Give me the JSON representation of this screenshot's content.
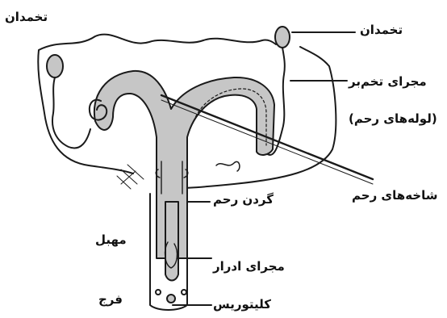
{
  "labels": {
    "ovary_left": "تخمدان",
    "ovary_right": "تخمدان",
    "fallopian_tube_line1": "مجرای تخم‌بر",
    "fallopian_tube_line2": "(لوله‌های رحم)",
    "uterine_horns": "شاخه‌های رحم",
    "cervix": "گردن رحم",
    "vagina": "مهبل",
    "urethra": "مجرای ادرار",
    "vulva": "فرج",
    "clitoris": "کلیتوریس"
  },
  "colors": {
    "organ_fill": "#c6c6c6",
    "outline": "#1a1a1a",
    "background": "#ffffff"
  }
}
